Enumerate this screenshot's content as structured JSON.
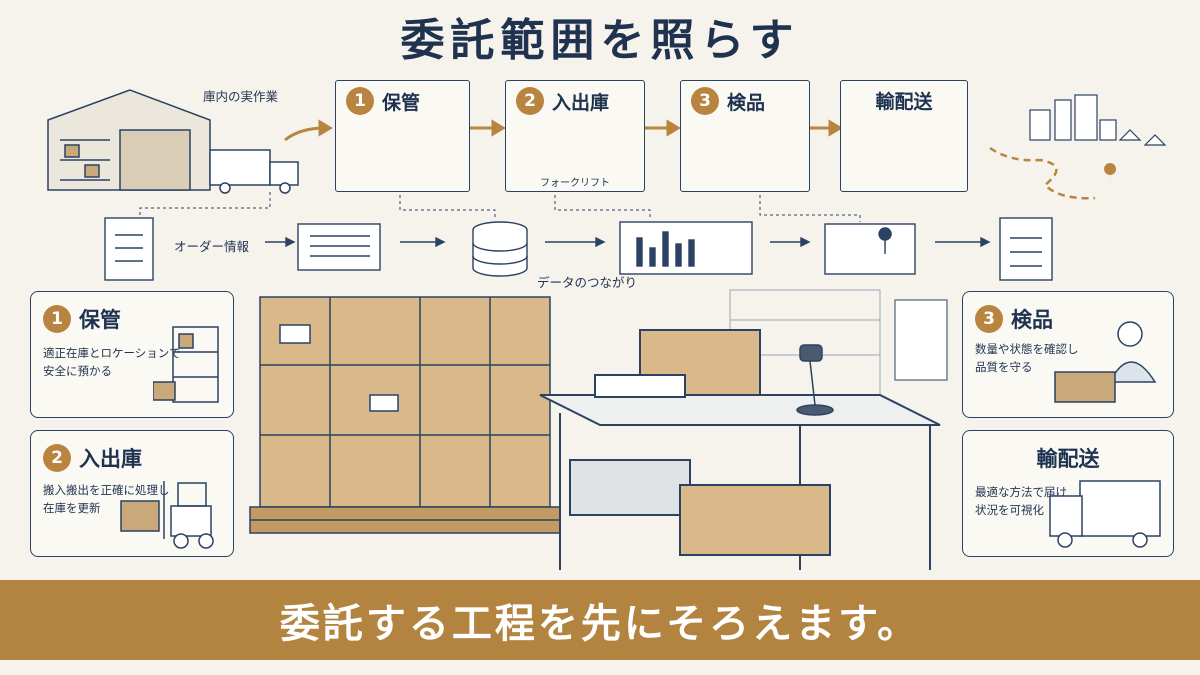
{
  "title": "委託範囲を照らす",
  "warehouse_label": "庫内の実作業",
  "flow_steps": [
    {
      "num": "1",
      "label": "保管"
    },
    {
      "num": "2",
      "label": "入出庫",
      "caption": "フォークリフト"
    },
    {
      "num": "3",
      "label": "検品"
    },
    {
      "num": "",
      "label": "輸配送"
    }
  ],
  "info_row": {
    "order_label": "オーダー情報",
    "data_label": "データのつながり"
  },
  "side_panels": [
    {
      "num": "1",
      "title": "保管",
      "desc": [
        "適正在庫とロケーションで",
        "安全に預かる"
      ]
    },
    {
      "num": "2",
      "title": "入出庫",
      "desc": [
        "搬入搬出を正確に処理し",
        "在庫を更新"
      ]
    },
    {
      "num": "3",
      "title": "検品",
      "desc": [
        "数量や状態を確認し",
        "品質を守る"
      ]
    },
    {
      "num": "",
      "title": "輸配送",
      "desc": [
        "最適な方法で届け",
        "状況を可視化"
      ]
    }
  ],
  "banner": "委託する工程を先にそろえます。",
  "colors": {
    "navy": "#1f3350",
    "gold": "#b8843f",
    "background": "#f6f3ec"
  }
}
